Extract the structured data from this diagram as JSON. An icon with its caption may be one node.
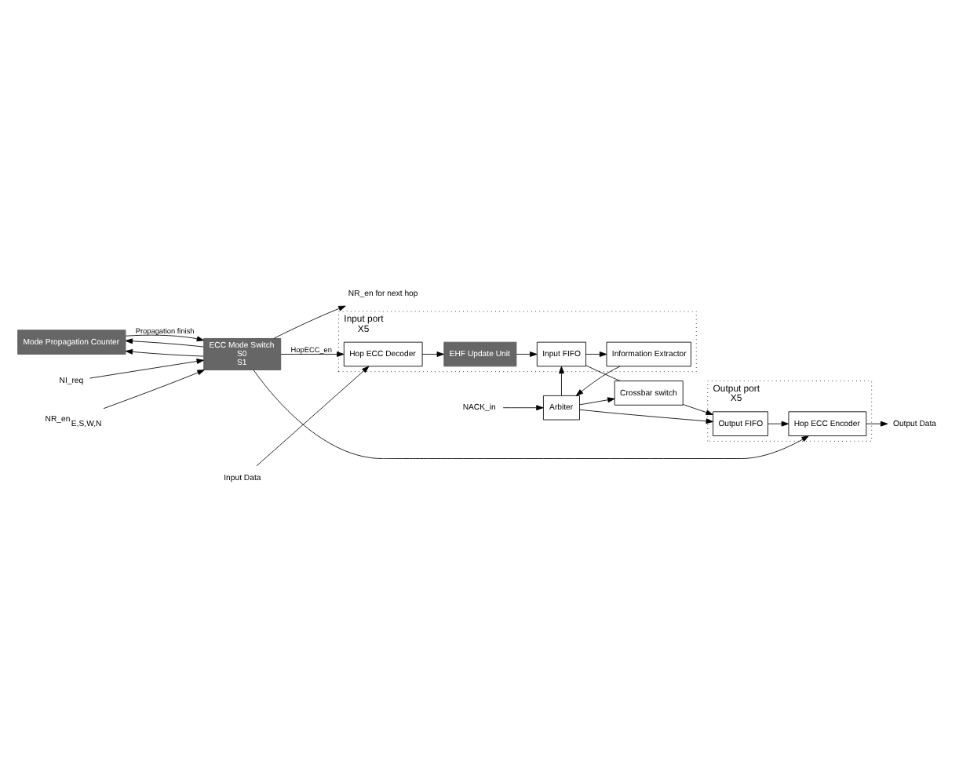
{
  "diagram": {
    "nodes": [
      {
        "text": [
          "Mode Propagation Counter"
        ]
      },
      {
        "text": [
          "ECC Mode Switch",
          "S0",
          "S1"
        ]
      },
      {
        "text": [
          "NI_req"
        ]
      },
      {
        "text": [
          "NR_en$_{E,S,W,N}$"
        ]
      },
      {
        "text": [
          "NR_en for next hop"
        ]
      },
      {
        "text": [
          "Input port",
          "X5"
        ]
      },
      {
        "text": [
          "Information Extractor"
        ],
        "in": 5
      },
      {
        "text": [
          "Arbiter"
        ]
      },
      {
        "text": [
          "NACK_in"
        ]
      },
      {
        "text": [
          "Hop ECC Decoder"
        ],
        "in": 5
      },
      {
        "text": [
          "EHF Update Unit"
        ],
        "in": 5
      },
      {
        "text": [
          "Input FIFO"
        ],
        "in": 5
      },
      {
        "text": [
          "Crossbar switch"
        ]
      },
      {
        "text": [
          "Output port",
          "X5"
        ]
      },
      {
        "text": [
          "Output FIFO"
        ],
        "in": 13
      },
      {
        "text": [
          "Hop ECC Encoder"
        ],
        "in": 13
      },
      {
        "text": [
          "Input Data"
        ]
      },
      {
        "text": [
          "Output Data"
        ]
      }
    ],
    "edges": [
      {
        "from": 0,
        "to": 1,
        "arrow": "to",
        "label": "Propagation finish"
      },
      {
        "from": 2,
        "to": 1,
        "arrow": "to"
      },
      {
        "from": 3,
        "to": 1,
        "arrow": "to"
      },
      {
        "from": 1,
        "to": 0,
        "arrow": "to"
      },
      {
        "from": 1,
        "to": 0,
        "arrow": "to"
      },
      {
        "from": 1,
        "to": 4,
        "arrow": "to"
      },
      {
        "from": 1,
        "to": 9,
        "arrow": "to",
        "label": "HopECC_en"
      },
      {
        "from": 1,
        "to": 15,
        "arrow": "to"
      },
      {
        "from": 16,
        "to": 9,
        "arrow": "to"
      },
      {
        "from": 9,
        "to": 10,
        "arrow": "to"
      },
      {
        "from": 10,
        "to": 11,
        "arrow": "to"
      },
      {
        "from": 11,
        "to": 12,
        "arrow": "none"
      },
      {
        "from": 11,
        "to": 6,
        "arrow": "to"
      },
      {
        "from": 6,
        "to": 7,
        "arrow": "to"
      },
      {
        "from": 8,
        "to": 7,
        "arrow": "to"
      },
      {
        "from": 7,
        "to": 11,
        "arrow": "to"
      },
      {
        "from": 7,
        "to": 12,
        "arrow": "to"
      },
      {
        "from": 7,
        "to": 14,
        "arrow": "to"
      },
      {
        "from": 12,
        "to": 14,
        "arrow": "to"
      },
      {
        "from": 14,
        "to": 15,
        "arrow": "to"
      },
      {
        "from": 15,
        "to": 17,
        "arrow": "to"
      }
    ]
  }
}
